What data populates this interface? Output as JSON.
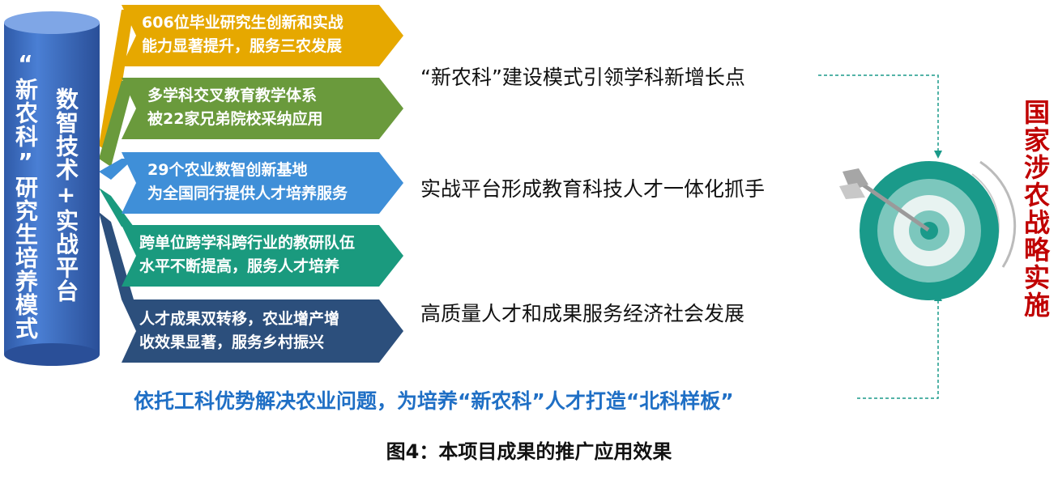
{
  "left_pillar": {
    "outer_title": "“新农科”研究生培养模式",
    "inner_title": "数智技术+实战平台"
  },
  "arrows": [
    {
      "line1": "606位毕业研究生创新和实战",
      "line2": "能力显著提升，服务三农发展",
      "color": "#e6a800"
    },
    {
      "line1": "多学科交叉教育教学体系",
      "line2": "被22家兄弟院校采纳应用",
      "color": "#6a9a3c"
    },
    {
      "line1": "29个农业数智创新基地",
      "line2": "为全国同行提供人才培养服务",
      "color": "#3f8fd8"
    },
    {
      "line1": "跨单位跨学科跨行业的教研队伍",
      "line2": "水平不断提高，服务人才培养",
      "color": "#1a9a7e"
    },
    {
      "line1": "人才成果双转移，农业增产增",
      "line2": "收效果显著，服务乡村振兴",
      "color": "#2c4f7c"
    }
  ],
  "middle_texts": [
    "“新农科”建设模式引领学科新增长点",
    "实战平台形成教育科技人才一体化抓手",
    "高质量人才和成果服务经济社会发展"
  ],
  "right_title": "国家涉农战略实施",
  "bottom_text": "依托工科优势解决农业问题，为培养“新农科”人才打造“北科样板”",
  "caption": "图4：本项目成果的推广应用效果",
  "colors": {
    "pillar": "#4472c4",
    "dashed": "#1a9a8a",
    "target_ring": "#1a9a8a",
    "right_title": "#c00000",
    "bottom_text": "#1f6fc5"
  }
}
